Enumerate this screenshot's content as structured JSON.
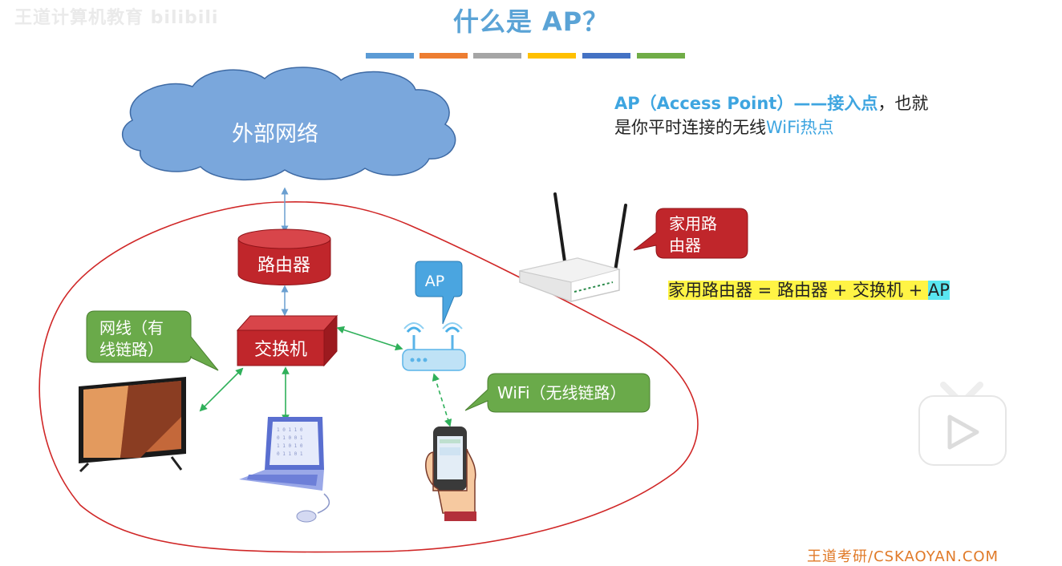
{
  "watermark": "王道计算机教育 bilibili",
  "title": "什么是 AP？",
  "title_bar_colors": [
    "#5b9bd5",
    "#ed7d31",
    "#a5a5a5",
    "#ffc000",
    "#4472c4",
    "#70ad47"
  ],
  "definition": {
    "term": "AP（Access Point）——接入点",
    "rest_line1": "，也就",
    "line2_prefix": "是你平时连接的无线",
    "line2_highlight": "WiFi热点"
  },
  "diagram": {
    "cloud_label": "外部网络",
    "router_label": "路由器",
    "switch_label": "交换机",
    "ap_callout": "AP",
    "wired_callout": "网线（有线链路）",
    "wired_callout_lines": [
      "网线（有",
      "线链路）"
    ],
    "wifi_callout": "WiFi（无线链路）",
    "home_router_callout_lines": [
      "家用路",
      "由器"
    ]
  },
  "formula": {
    "left": "家用路由器 = 路由器 + 交换机 + ",
    "ap": "AP"
  },
  "footer": "王道考研/CSKAOYAN.COM",
  "colors": {
    "title": "#5aa3d6",
    "cloud": "#7aa7dc",
    "router_red": "#c0262b",
    "callout_green": "#6aaa4a",
    "callout_blue": "#4aa5e0",
    "callout_red": "#c0262b",
    "boundary": "#d02727",
    "link_green": "#2fb05a",
    "link_blue": "#6a9fd0"
  }
}
